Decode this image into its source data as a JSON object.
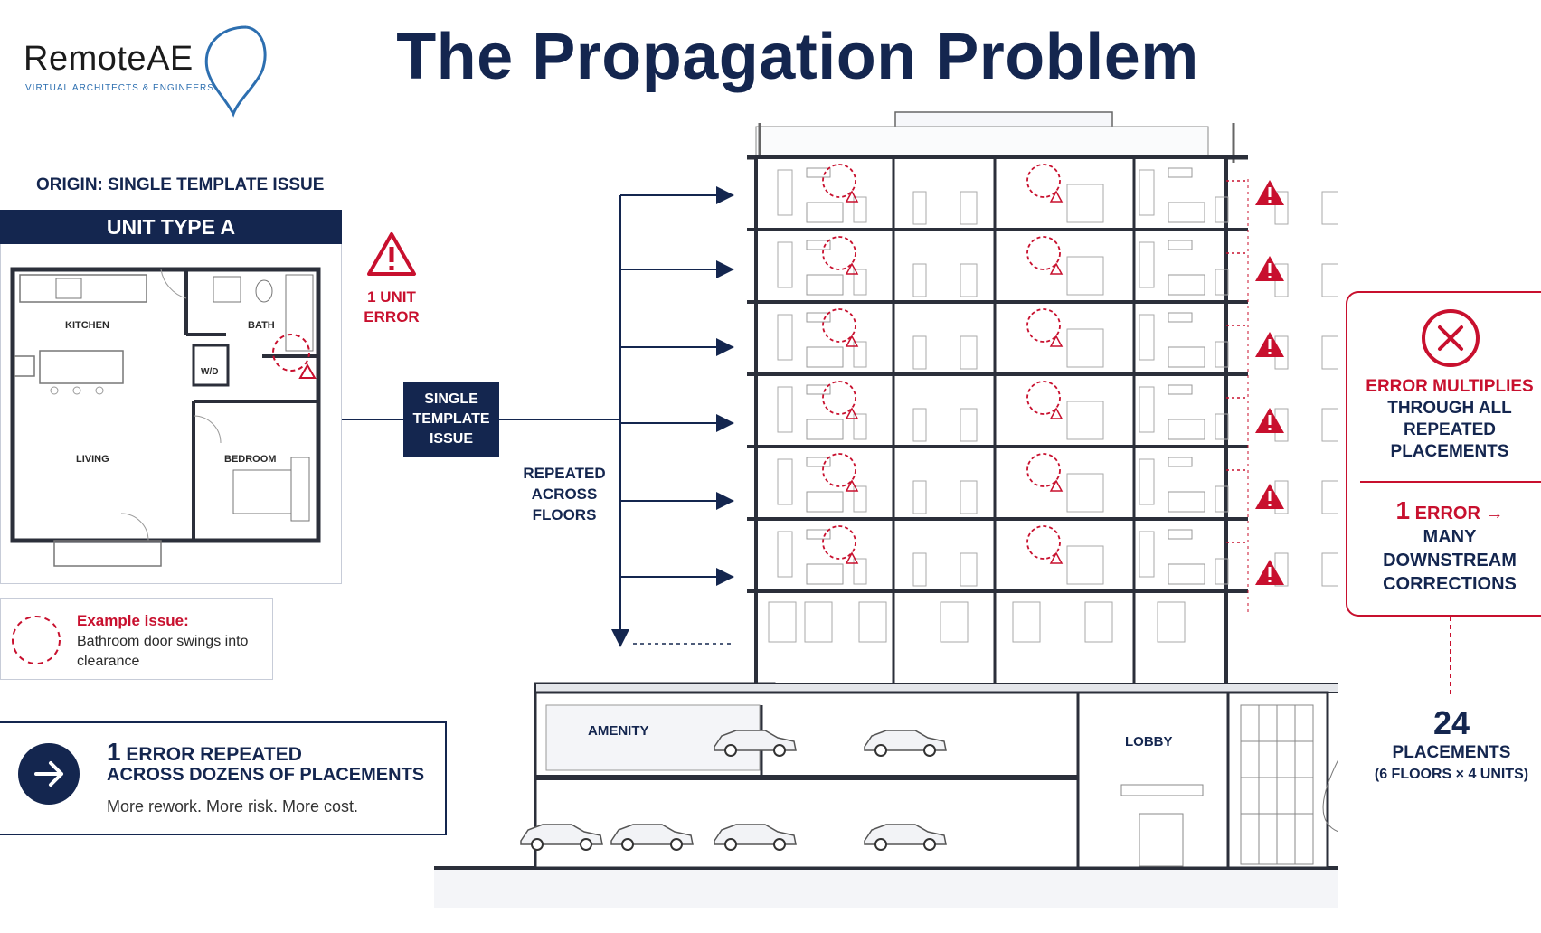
{
  "title": "The Propagation Problem",
  "logo": {
    "brand_main": "Remote",
    "brand_accent": "AE",
    "tagline": "VIRTUAL ARCHITECTS & ENGINEERS"
  },
  "origin": {
    "label": "ORIGIN: SINGLE TEMPLATE ISSUE",
    "unit_title": "UNIT TYPE A",
    "rooms": {
      "kitchen": "KITCHEN",
      "bath": "BATH",
      "wd": "W/D",
      "living": "LIVING",
      "bedroom": "BEDROOM"
    }
  },
  "unit_error": {
    "line1": "1 UNIT",
    "line2": "ERROR"
  },
  "single_template": {
    "line1": "SINGLE",
    "line2": "TEMPLATE",
    "line3": "ISSUE"
  },
  "repeated_floors": {
    "line1": "REPEATED",
    "line2": "ACROSS",
    "line3": "FLOORS"
  },
  "example": {
    "title": "Example issue:",
    "body": "Bathroom door swings into clearance"
  },
  "summary": {
    "num": "1",
    "line1": "ERROR REPEATED",
    "line2": "ACROSS DOZENS OF PLACEMENTS",
    "line3": "More rework. More risk. More cost."
  },
  "multiplies": {
    "line1": "ERROR MULTIPLIES",
    "line2": "THROUGH ALL",
    "line3": "REPEATED",
    "line4": "PLACEMENTS",
    "num": "1",
    "err": "ERROR →",
    "line5": "MANY",
    "line6": "DOWNSTREAM",
    "line7": "CORRECTIONS"
  },
  "placements": {
    "count": "24",
    "label": "PLACEMENTS",
    "detail": "(6 FLOORS × 4 UNITS)"
  },
  "building": {
    "amenity": "AMENITY",
    "lobby": "LOBBY"
  },
  "colors": {
    "navy": "#14264f",
    "red": "#c8102e"
  },
  "icons": [
    "warning-triangle-icon",
    "error-x-icon",
    "arrow-right-icon",
    "dashed-circle-icon"
  ]
}
